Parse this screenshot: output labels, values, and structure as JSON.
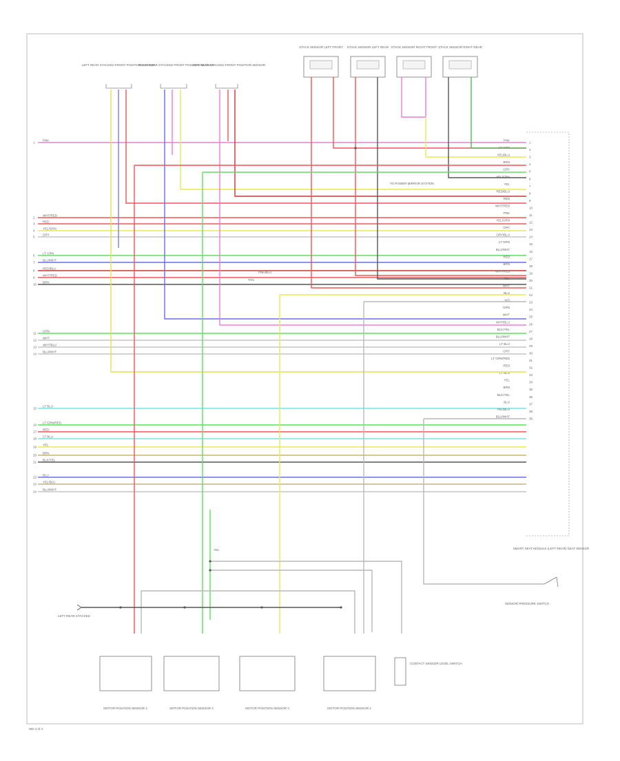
{
  "diagram": {
    "top_components": [
      {
        "label": "LEFT REAR STACKED FRONT POSITION SENSOR"
      },
      {
        "label": "RIGHT REAR STACKED FRONT POSITION SENSOR"
      },
      {
        "label": "LEFT REAR STACKED FRONT POSITION SENSOR"
      }
    ],
    "sensors_top": [
      {
        "label": "STACK SENSOR LEFT FRONT"
      },
      {
        "label": "STACK SENSOR LEFT REAR"
      },
      {
        "label": "STACK SENSOR RIGHT FRONT"
      },
      {
        "label": "STACK SENSOR RIGHT REAR"
      }
    ],
    "module_label": "SMART SEAT MODULE (LEFT REAR) SEAT SENSOR",
    "bottom_sensors": [
      {
        "label": "MOTOR POSITION SENSOR 1"
      },
      {
        "label": "MOTOR POSITION SENSOR 2"
      },
      {
        "label": "MOTOR POSITION SENSOR 3"
      },
      {
        "label": "MOTOR POSITION SENSOR 4"
      }
    ],
    "pressure_sensor_label": "SENSOR PRESSURE SWITCH",
    "temperature_label": "CONTACT SENSOR LEVEL SWITCH",
    "left_ground_label": "LEFT REAR STACKED",
    "seat_sensor_label": "SEAT SENSOR",
    "footer": "WD 4 of 4",
    "colors": {
      "pink": "#f07ad8",
      "red": "#f55252",
      "ltgreen": "#5ce05c",
      "yellow": "#e8e85a",
      "blue": "#6a6af5",
      "cyan": "#7ae0e0",
      "dkred": "#c33",
      "black": "#555555",
      "gray": "#a8a8a8",
      "tan": "#c8b46a",
      "green": "#4bbf4b"
    },
    "wires_left": [
      {
        "label": "PNK",
        "color": "pink"
      },
      {
        "label": "WHT/RED",
        "color": "red"
      },
      {
        "label": "RED",
        "color": "red"
      },
      {
        "label": "YEL/GRN",
        "color": "yellow"
      },
      {
        "label": "GRY",
        "color": "gray"
      },
      {
        "label": "LT GRN",
        "color": "ltgreen"
      },
      {
        "label": "BLU/WHT",
        "color": "blue"
      },
      {
        "label": "RED/BLU",
        "color": "dkred"
      },
      {
        "label": "WHT/RED",
        "color": "red"
      },
      {
        "label": "BRN",
        "color": "black"
      },
      {
        "label": "GRN",
        "color": "ltgreen"
      },
      {
        "label": "WHT",
        "color": "gray"
      },
      {
        "label": "WHT/BLU",
        "color": "gray"
      },
      {
        "label": "BLU/WHT",
        "color": "gray"
      },
      {
        "label": "LT BLU",
        "color": "cyan"
      },
      {
        "label": "LT GRN/RED",
        "color": "ltgreen"
      },
      {
        "label": "RED",
        "color": "red"
      },
      {
        "label": "LT BLU",
        "color": "cyan"
      },
      {
        "label": "YEL",
        "color": "yellow"
      },
      {
        "label": "BRN",
        "color": "tan"
      },
      {
        "label": "BLK/YEL",
        "color": "black"
      },
      {
        "label": "BLU",
        "color": "blue"
      },
      {
        "label": "YEL/BLU",
        "color": "tan"
      },
      {
        "label": "BLU/WHT",
        "color": "gray"
      }
    ],
    "connector_right": [
      {
        "label": "PNK"
      },
      {
        "label": "LT GRN"
      },
      {
        "label": "YEL/BLU"
      },
      {
        "label": "BRN"
      },
      {
        "label": "GRY"
      },
      {
        "label": "YEL/GRN"
      },
      {
        "label": "YEL"
      },
      {
        "label": "RED/BLU"
      },
      {
        "label": "RED"
      },
      {
        "label": "WHT/RED"
      },
      {
        "label": "PNK"
      },
      {
        "label": "YEL/GRN"
      },
      {
        "label": "GRY"
      },
      {
        "label": "GRY/BLU"
      },
      {
        "label": "LT GRN"
      },
      {
        "label": "BLU/WHT"
      },
      {
        "label": "RED"
      },
      {
        "label": "BRN"
      },
      {
        "label": "WHT/RED"
      },
      {
        "label": "YEL"
      },
      {
        "label": "WHT"
      },
      {
        "label": "BLU"
      },
      {
        "label": "VIO"
      },
      {
        "label": "GRN"
      },
      {
        "label": "WHT"
      },
      {
        "label": "WHT/BLU"
      },
      {
        "label": "BLK/YEL"
      },
      {
        "label": "BLU/WHT"
      },
      {
        "label": "LT BLU"
      },
      {
        "label": "GRY"
      },
      {
        "label": "LT GRN/RED"
      },
      {
        "label": "RED"
      },
      {
        "label": "LT BLU"
      },
      {
        "label": "YEL"
      },
      {
        "label": "BRN"
      },
      {
        "label": "BLK/YEL"
      },
      {
        "label": "BLU"
      },
      {
        "label": "YEL/BLU"
      },
      {
        "label": "BLU/WHT"
      }
    ],
    "mid_labels": [
      {
        "label": "TO POWER MIRROR SYSTEM"
      },
      {
        "label": "PNK/BLU"
      },
      {
        "label": "TAN"
      },
      {
        "label": "YEL"
      }
    ]
  }
}
